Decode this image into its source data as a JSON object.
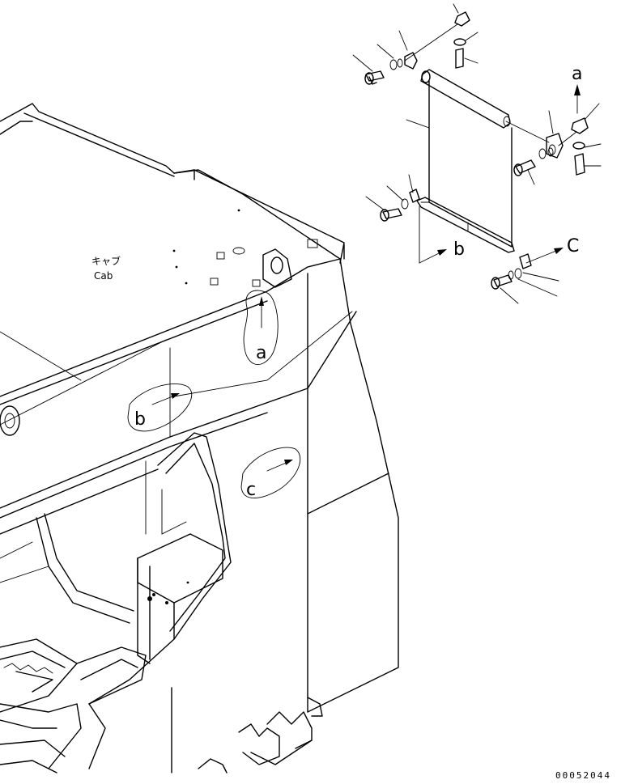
{
  "drawing": {
    "cab_label_jp": "キャブ",
    "cab_label_en": "Cab",
    "callouts": {
      "a": "a",
      "b": "b",
      "c": "c"
    },
    "view_labels": {
      "a": "a",
      "b": "b",
      "c": "C"
    },
    "part_number": "00052044"
  }
}
